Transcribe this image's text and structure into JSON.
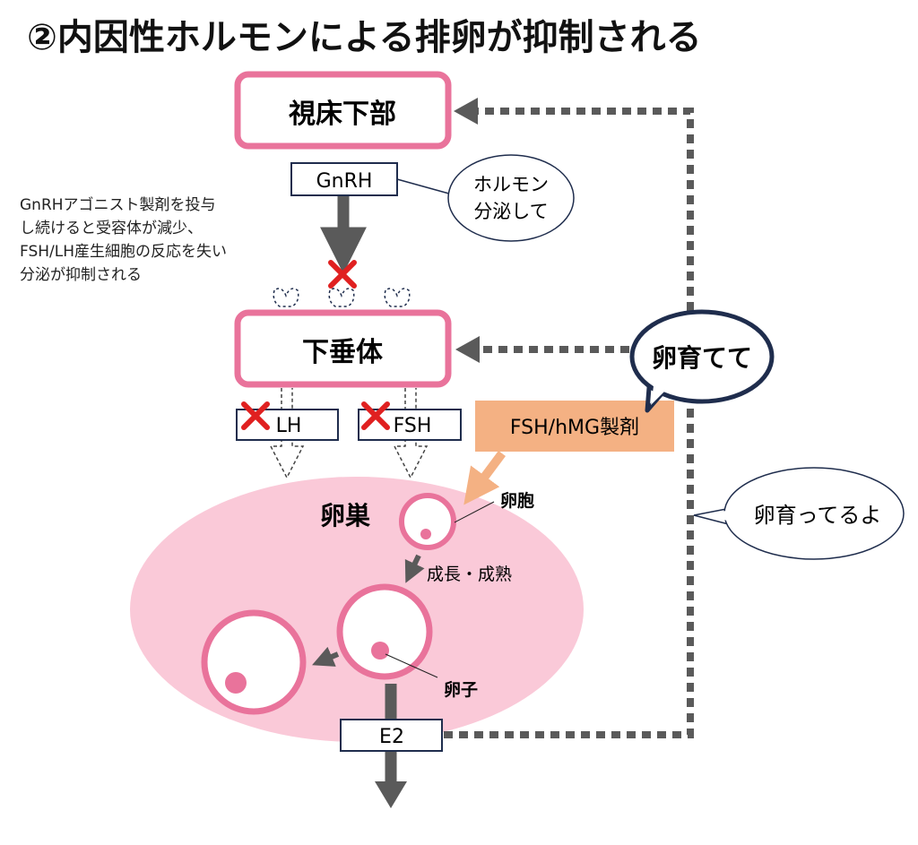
{
  "title": "②内因性ホルモンによる排卵が抑制される",
  "nodes": {
    "hypothalamus": "視床下部",
    "pituitary": "下垂体",
    "gnrh": "GnRH",
    "lh": "LH",
    "fsh": "FSH",
    "e2": "E2",
    "ovary": "卵巣",
    "follicle": "卵胞",
    "oocyte": "卵子",
    "drug": "FSH/hMG製剤"
  },
  "annotations": {
    "note_lines": [
      "GnRHアゴニスト製剤を投与",
      "し続けると受容体が減少、",
      "FSH/LH産生細胞の反応を失い",
      "分泌が抑制される"
    ],
    "growth": "成長・成熟"
  },
  "bubbles": {
    "hormone_lines": [
      "ホルモン",
      "分泌して"
    ],
    "raise_eggs": "卵育てて",
    "raising": "卵育ってるよ"
  },
  "colors": {
    "pink_border": "#E9739B",
    "ovary_fill": "#FAC9D8",
    "drug_fill": "#F4B183",
    "navy": "#1F2D4D",
    "arrow_gray": "#5A5A5A",
    "cross_red": "#E02020"
  }
}
